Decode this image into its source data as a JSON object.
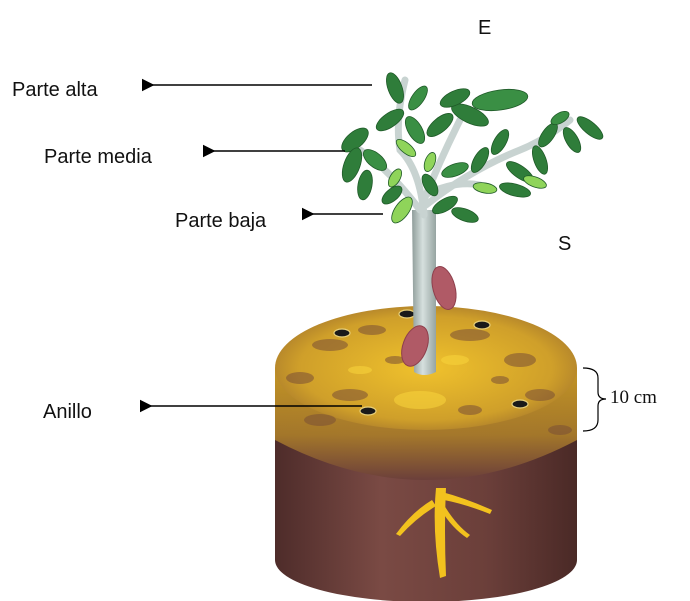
{
  "labels": {
    "top_part": "Parte alta",
    "middle_part": "Parte media",
    "lower_part": "Parte baja",
    "ring": "Anillo",
    "depth": "10 cm",
    "letter_e": "E",
    "letter_s": "S"
  },
  "colors": {
    "soil_top": "#d4a62a",
    "soil_body": "#6b3f3a",
    "trunk": "#b9c7c4",
    "leaf_dark": "#2f7d3a",
    "leaf_light": "#8fd45a",
    "pod": "#b05a66",
    "root": "#f2c21e"
  }
}
